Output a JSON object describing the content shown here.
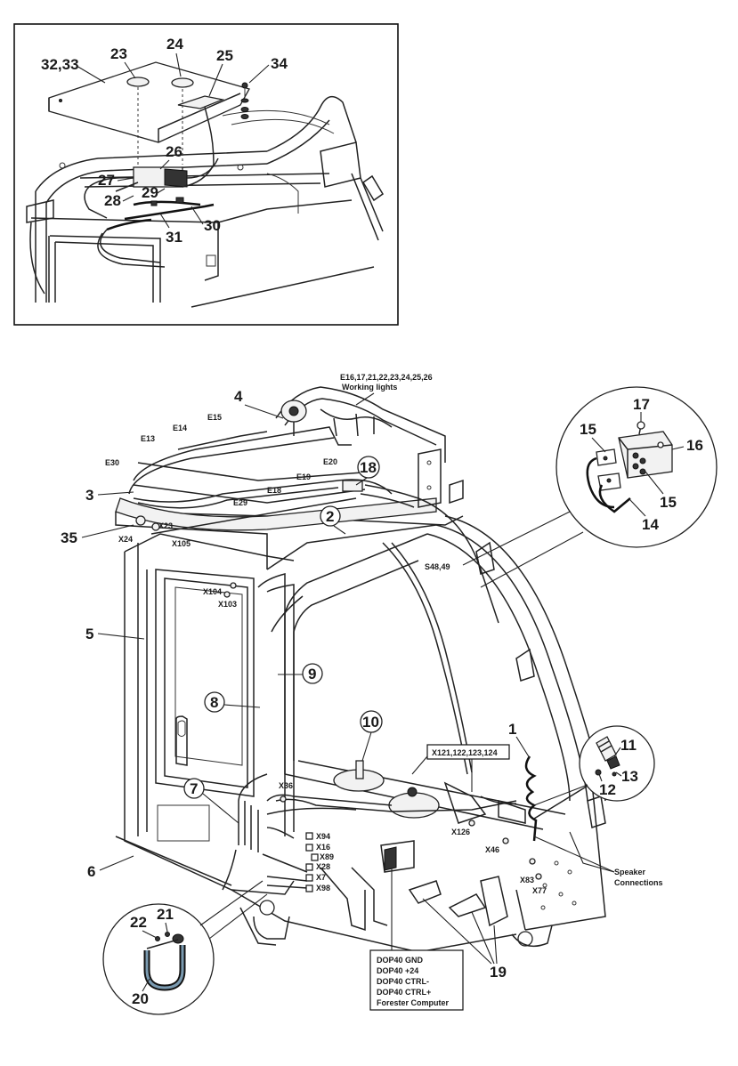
{
  "inset_top": {
    "callouts": {
      "c32_33": "32,33",
      "c23": "23",
      "c24": "24",
      "c25": "25",
      "c34": "34",
      "c26": "26",
      "c27": "27",
      "c28": "28",
      "c29": "29",
      "c30": "30",
      "c31": "31"
    }
  },
  "main": {
    "callouts": {
      "c1": "1",
      "c2": "2",
      "c3": "3",
      "c4": "4",
      "c5": "5",
      "c6": "6",
      "c7": "7",
      "c8": "8",
      "c9": "9",
      "c10": "10",
      "c18": "18",
      "c19": "19",
      "c35": "35"
    },
    "working_lights": {
      "codes": "E16,17,21,22,23,24,25,26",
      "caption": "Working lights"
    },
    "lamp_labels": {
      "e13": "E13",
      "e14": "E14",
      "e15": "E15",
      "e30": "E30",
      "e20": "E20",
      "e19": "E19",
      "e18": "E18",
      "e29": "E29"
    },
    "connectors": {
      "x24": "X24",
      "x23": "X23",
      "x105": "X105",
      "x104": "X104",
      "x103": "X103",
      "s48_49": "S48,49",
      "x36": "X36",
      "x94": "X94",
      "x16": "X16",
      "x89": "X89",
      "x28": "X28",
      "x7": "X7",
      "x98": "X98",
      "x126": "X126",
      "x46": "X46",
      "x83": "X83",
      "x77": "X77"
    },
    "x121_box": "X121,122,123,124",
    "speaker": {
      "line1": "Speaker",
      "line2": "Connections"
    },
    "dop40": [
      "DOP40 GND",
      "DOP40 +24",
      "DOP40 CTRL-",
      "DOP40 CTRL+",
      "Forester Computer"
    ]
  },
  "detail_right_top": {
    "callouts": {
      "c17": "17",
      "c15a": "15",
      "c16": "16",
      "c15b": "15",
      "c14": "14"
    }
  },
  "detail_right_mid": {
    "callouts": {
      "c11": "11",
      "c13": "13",
      "c12": "12"
    }
  },
  "detail_left_bottom": {
    "callouts": {
      "c22": "22",
      "c21": "21",
      "c20": "20"
    }
  }
}
